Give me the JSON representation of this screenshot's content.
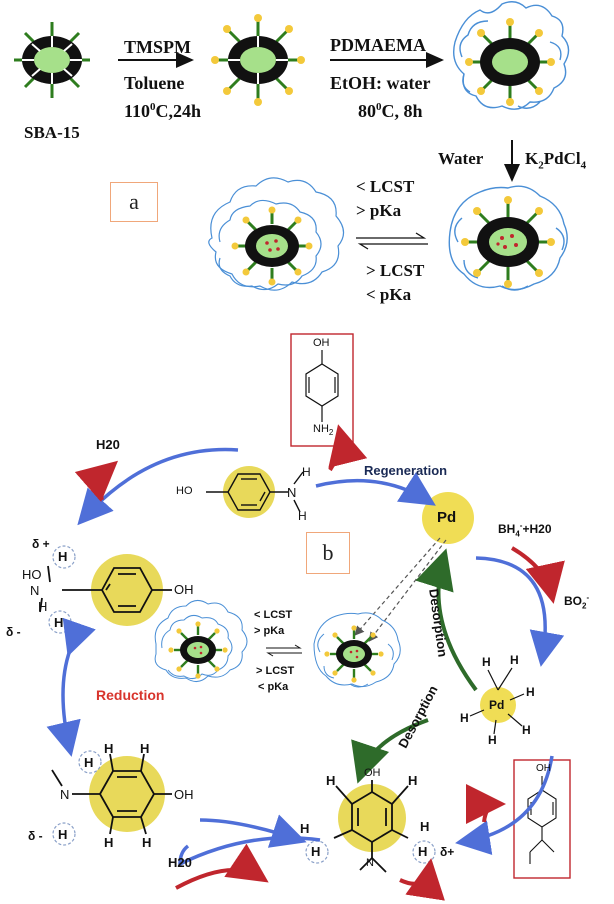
{
  "panel_a": {
    "tag": "a",
    "start_label": "SBA-15",
    "step1": {
      "reagent": "TMSPM",
      "solvent": "Toluene",
      "temperature": "110",
      "temperature_sup": "0",
      "conditions_rest": "C,24h"
    },
    "step2": {
      "reagent": "PDMAEMA",
      "solvent": "EtOH: water",
      "temperature": "80",
      "temperature_sup": "0",
      "conditions_rest": "C, 8h"
    },
    "step3": {
      "left": "Water",
      "right_main": "K",
      "right_sub1": "2",
      "right_mid": "PdCl",
      "right_sub2": "4"
    },
    "equilibrium": {
      "top1": "< LCST",
      "top2": "> pKa",
      "bottom1": "> LCST",
      "bottom2": "< pKa"
    }
  },
  "panel_b": {
    "tag": "b",
    "pd_top": "Pd",
    "pd_right": "Pd",
    "regeneration": "Regeneration",
    "desorption_1": "Desorption",
    "desorption_2": "Desorption",
    "reduction": "Reduction",
    "h2o_top": "H",
    "h2o_top_rest": "20",
    "h2o_bottom": "H",
    "h2o_bottom_rest": "20",
    "borohydride": "BH",
    "borohydride_sub": "4",
    "borohydride_sup": "-",
    "borohydride_rest": "+H20",
    "borate": "BO",
    "borate_sub": "2",
    "borate_sup": "-",
    "delta_plus": "δ +",
    "delta_minus": "δ -",
    "delta_minus_2": "δ -",
    "delta_plus_2": "δ+",
    "small_eq": {
      "top1": "< LCST",
      "top2": "> pKa",
      "bottom1": "> LCST",
      "bottom2": "< pKa"
    },
    "aminophenol_oh": "OH",
    "aminophenol_nh2": "NH",
    "aminophenol_nh2_sub": "2",
    "nitrophenol_oh": "OH",
    "ho_label": "HO",
    "nh_label": "N",
    "oh_label": "OH",
    "h_label": "H"
  },
  "colors": {
    "accent_box": "#f0a77a",
    "pd_yellow": "#f0dd55",
    "ring_yellow": "#e8d95a",
    "arrow_blue": "#4f6fd8",
    "arrow_red": "#c0262d",
    "arrow_green": "#2e6b2a",
    "polymer_blue": "#4a8fd6",
    "particle_green": "#a6e08a"
  }
}
